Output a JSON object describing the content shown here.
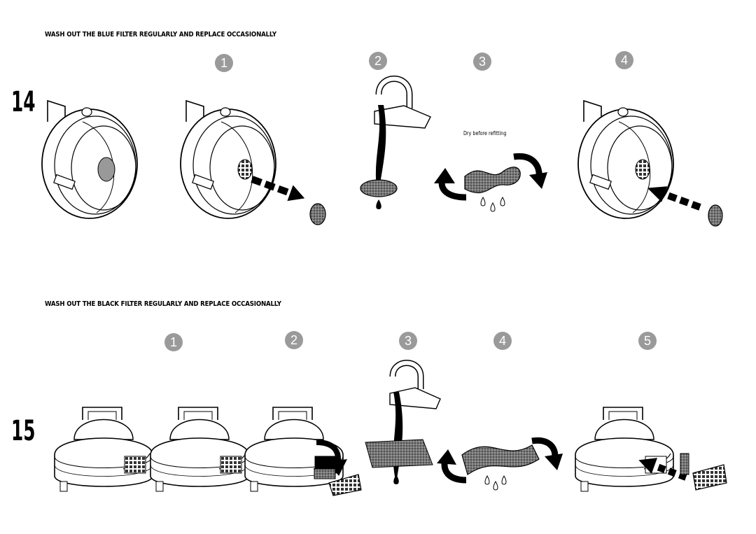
{
  "section14": {
    "number": "14",
    "heading": "WASH OUT THE BLUE FILTER REGULARLY AND REPLACE OCCASIONALLY",
    "steps": [
      "1",
      "2",
      "3",
      "4"
    ],
    "note": "Dry before refitting"
  },
  "section15": {
    "number": "15",
    "heading": "WASH OUT THE BLACK FILTER REGULARLY AND REPLACE OCCASIONALLY",
    "steps": [
      "1",
      "2",
      "3",
      "4",
      "5"
    ]
  },
  "colors": {
    "badge": "#9a9a9a",
    "ink": "#000000",
    "filter_dots": "#555555"
  },
  "icons": [
    "motor-unit-illustration",
    "tap-icon",
    "blue-filter-disc",
    "black-filter-sheet",
    "rotate-arrow-icon",
    "water-drop-icon",
    "dashed-arrow-icon"
  ]
}
